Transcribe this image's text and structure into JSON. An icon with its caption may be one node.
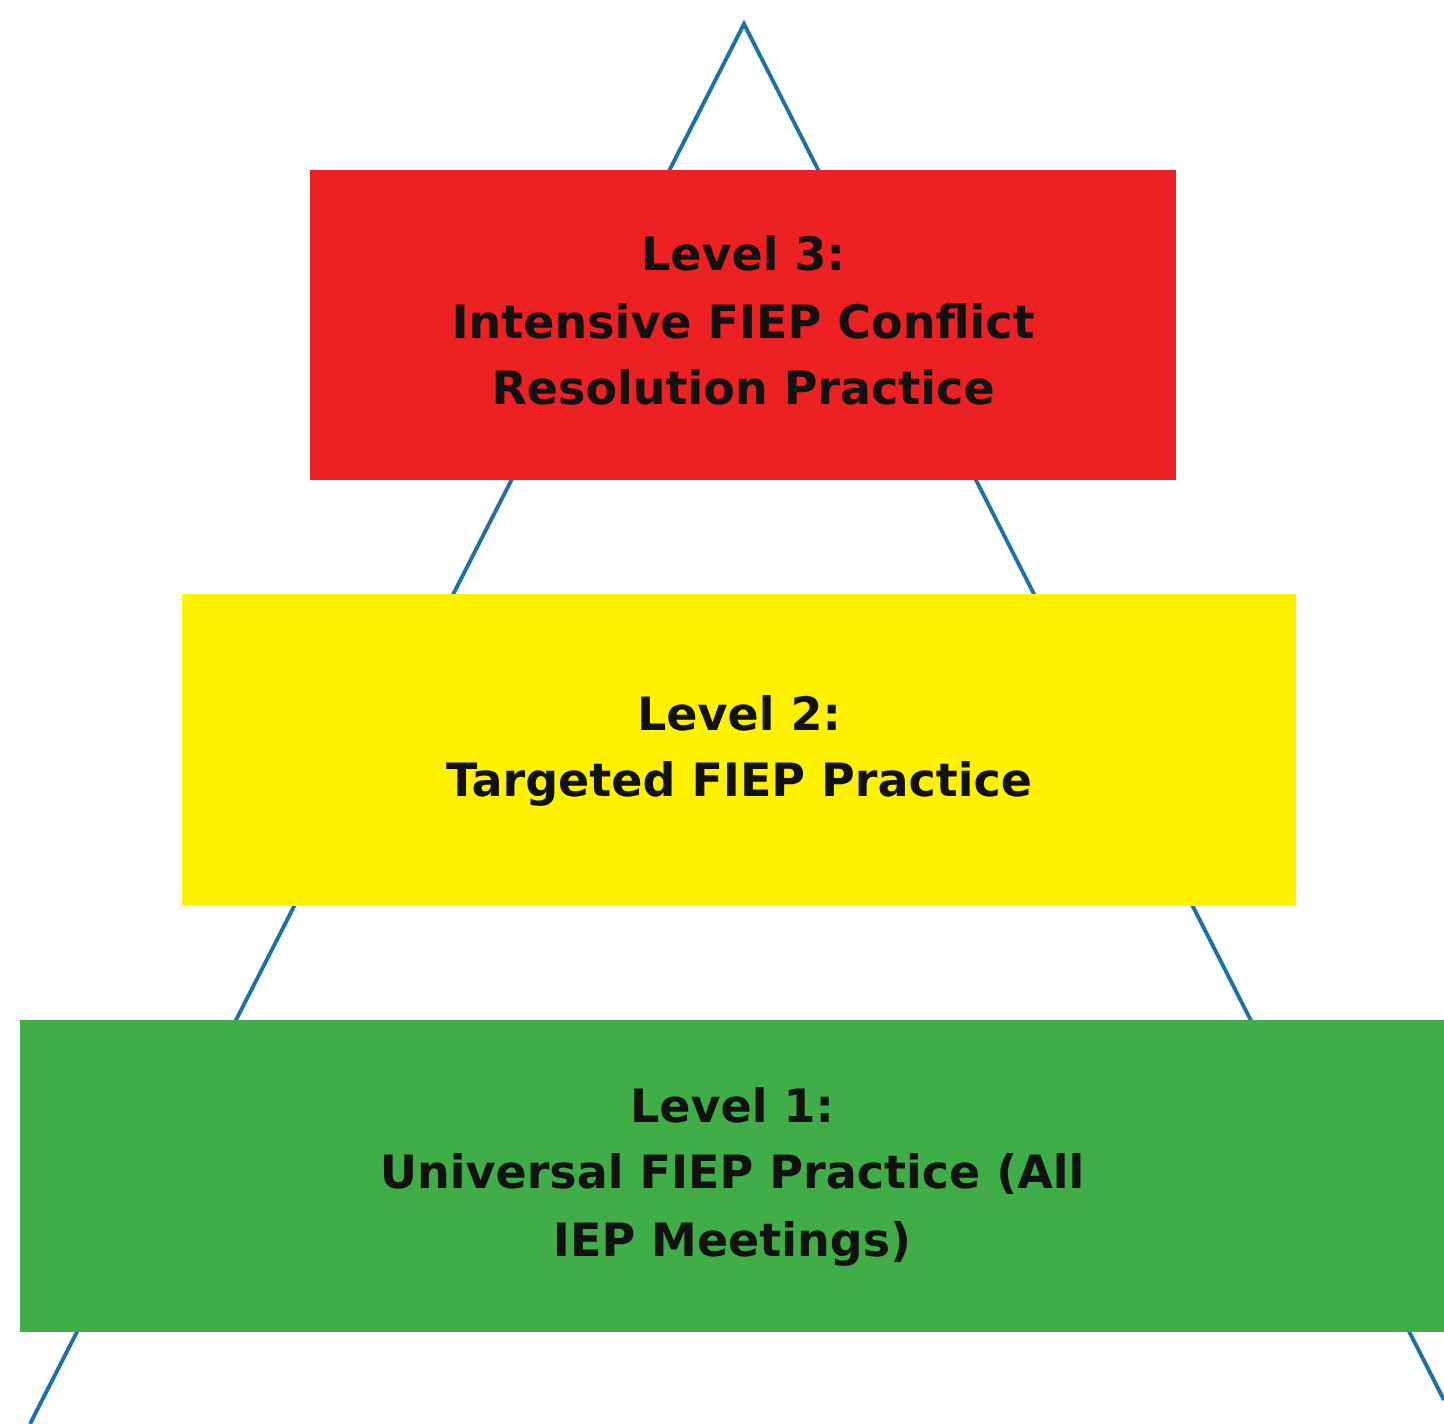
{
  "diagram": {
    "nodes": [
      {
        "text": [
          "Level 3:",
          "Intensive FIEP Conflict Resolution Practice"
        ]
      },
      {
        "text": [
          "Level 2:",
          "Targeted FIEP Practice"
        ]
      },
      {
        "text": [
          "Level 1:",
          "Universal FIEP Practice (All IEP Meetings)"
        ]
      }
    ]
  }
}
